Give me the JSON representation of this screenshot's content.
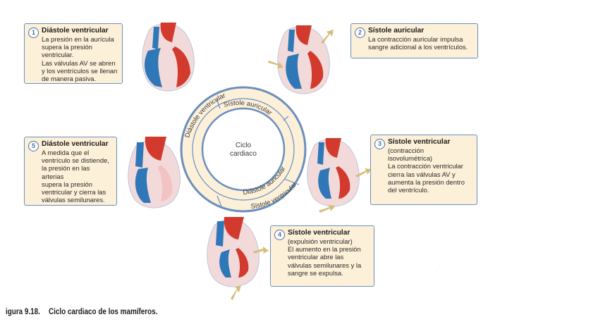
{
  "cycle": {
    "center_line1": "Ciclo",
    "center_line2": "cardiaco",
    "ring_inner_top": "Sístole auricular",
    "ring_outer_top": "Diástole ventricular",
    "ring_inner_bottom": "Diástole auricular",
    "ring_outer_bottom": "Sístole ventricular"
  },
  "steps": [
    {
      "num": "1",
      "title": "Diástole ventricular",
      "text": "La presión en la aurícula\nsupera la presión ventricular.\nLas válvulas AV se abren\ny los ventrículos se llenan\nde manera pasiva."
    },
    {
      "num": "2",
      "title": "Sístole auricular",
      "text": "La contracción auricular impulsa\nsangre adicional a los ventrículos."
    },
    {
      "num": "3",
      "title": "Sístole ventricular",
      "text": "(contracción\nisovolumétrica)\nLa contracción ventricular\ncierra las válvulas AV y\naumenta la presión dentro\ndel ventrículo."
    },
    {
      "num": "4",
      "title": "Sístole ventricular",
      "text": "(expulsión ventricular)\nEl aumento en la presión\nventricular abre las\nválvulas semilunares y la\nsangre se expulsa."
    },
    {
      "num": "5",
      "title": "Diástole ventricular",
      "text": "A medida que el\nventrículo se distiende,\nla presión en las arterias\nsupera la presión\nventricular y cierra las\nválvulas semilunares."
    }
  ],
  "caption": {
    "label": "igura 9.18.",
    "text": "Ciclo cardiaco de los mamíferos."
  },
  "colors": {
    "box_fill": "#fdf0d8",
    "box_border": "#6a8fbf",
    "oxygenated": "#d23a2e",
    "deoxygenated": "#2f78b8",
    "arrow": "#d6be7a"
  }
}
